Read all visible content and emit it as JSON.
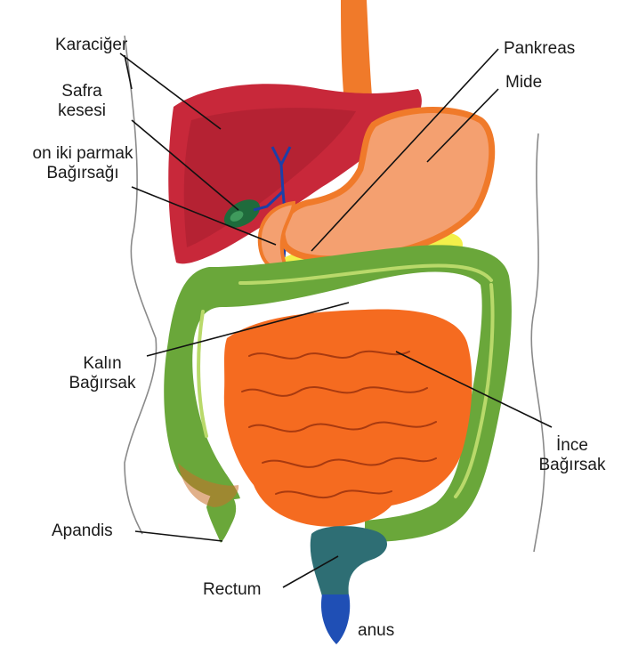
{
  "labels": {
    "liver": "Karaciğer",
    "gallbladder_1": "Safra",
    "gallbladder_2": "kesesi",
    "duodenum_1": "on iki parmak",
    "duodenum_2": "Bağırsağı",
    "pancreas": "Pankreas",
    "stomach": "Mide",
    "large_intestine_1": "Kalın",
    "large_intestine_2": "Bağırsak",
    "small_intestine_1": "İnce",
    "small_intestine_2": "Bağırsak",
    "appendix": "Apandis",
    "rectum": "Rectum",
    "anus": "anus"
  },
  "colors": {
    "liver": "#c8283a",
    "liver_dark": "#a51d2e",
    "gallbladder": "#1f6b3c",
    "bile_duct": "#1c3fa8",
    "esophagus": "#f07a2a",
    "stomach": "#f4a070",
    "stomach_rim": "#f07a2a",
    "pancreas": "#f3f04a",
    "large_intestine": "#6aa73a",
    "large_intestine_dark": "#3f7a26",
    "small_intestine": "#f56b20",
    "rectum": "#2e6e74",
    "anus": "#1f4fb5",
    "body_outline": "#888888"
  }
}
